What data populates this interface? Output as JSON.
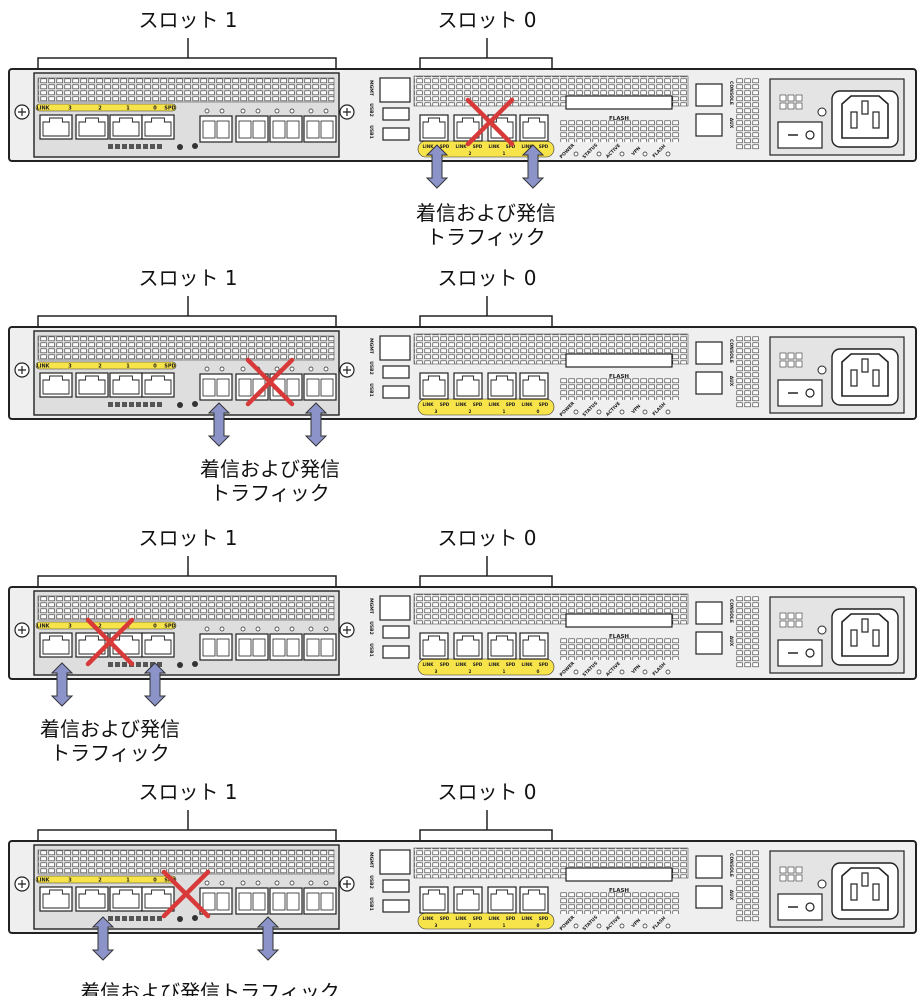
{
  "panels": [
    {
      "slot1_label": "スロット 1",
      "slot0_label": "スロット 0",
      "traffic_label": [
        "着信および発信",
        "トラフィック"
      ],
      "target": "slot0-onboard-ports"
    },
    {
      "slot1_label": "スロット 1",
      "slot0_label": "スロット 0",
      "traffic_label": [
        "着信および発信",
        "トラフィック"
      ],
      "target": "slot1-sfp-ports"
    },
    {
      "slot1_label": "スロット 1",
      "slot0_label": "スロット 0",
      "traffic_label": [
        "着信および発信",
        "トラフィック"
      ],
      "target": "slot1-rj45-ports"
    },
    {
      "slot1_label": "スロット 1",
      "slot0_label": "スロット 0",
      "traffic_label": [
        "着信および発信トラフィック"
      ],
      "target": "slot1-mixed-ports"
    }
  ],
  "device_text": {
    "link_spd_strip": [
      "LINK",
      "3",
      "2",
      "1",
      "0",
      "SPD"
    ],
    "onboard_strip": [
      "LINK",
      "SPD",
      "LINK",
      "SPD",
      "LINK",
      "SPD",
      "LINK",
      "SPD"
    ],
    "onboard_numbers": [
      "3",
      "2",
      "1",
      "0"
    ],
    "usb_labels": [
      "MGMT",
      "USB2",
      "USB1"
    ],
    "flash_label": "FLASH",
    "status_leds": [
      "POWER",
      "STATUS",
      "ACTIVE",
      "VPN",
      "FLASH"
    ],
    "console_labels": [
      "CONSOLE",
      "AUX"
    ]
  },
  "colors": {
    "chassis": "#efefef",
    "module": "#dedede",
    "highlight": "#f7e34a",
    "cross": "#d83a3a",
    "arrow": "#8c93c8",
    "stroke": "#222222"
  }
}
